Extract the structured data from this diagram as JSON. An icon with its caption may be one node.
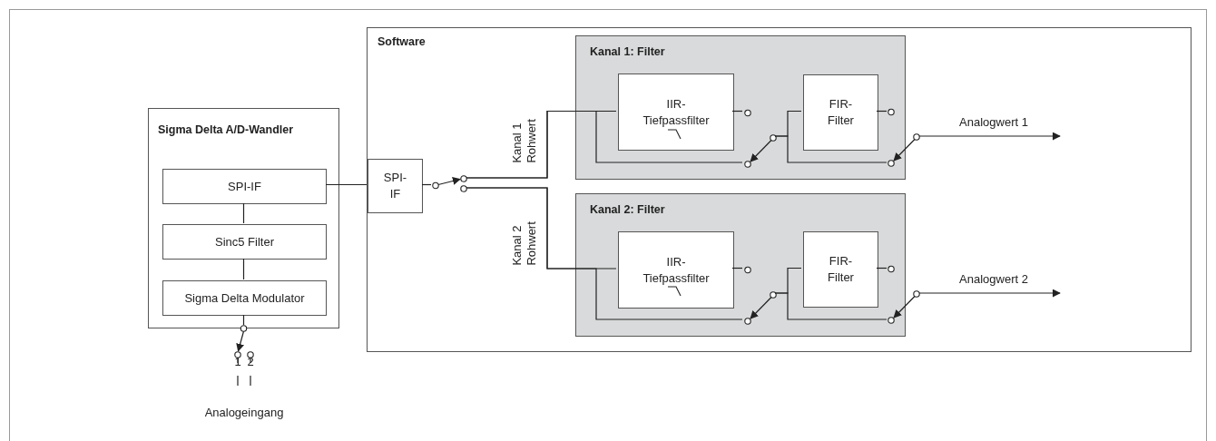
{
  "diagram": {
    "nodes": [
      {
        "text": [
          "Sigma Delta A/D-Wandler"
        ]
      },
      {
        "text": [
          "SPI-IF"
        ],
        "in": 0
      },
      {
        "text": [
          "Sinc5 Filter"
        ],
        "in": 0
      },
      {
        "text": [
          "Sigma Delta Modulator"
        ],
        "in": 0
      },
      {
        "text": [
          "Software"
        ]
      },
      {
        "text": [
          "SPI- IF"
        ],
        "in": 4
      },
      {
        "text": [
          "Kanal 1: Filter"
        ],
        "in": 4
      },
      {
        "text": [
          "IIR- Tiefpassfilter"
        ],
        "in": 6
      },
      {
        "text": [
          "FIR- Filter"
        ],
        "in": 6
      },
      {
        "text": [
          "Kanal 2: Filter"
        ],
        "in": 4
      },
      {
        "text": [
          "IIR- Tiefpassfilter"
        ],
        "in": 9
      },
      {
        "text": [
          "FIR- Filter"
        ],
        "in": 9
      },
      {
        "text": [],
        "shape": "switch"
      },
      {
        "text": [],
        "shape": "switch",
        "in": 4
      },
      {
        "text": [],
        "shape": "switch",
        "in": 6
      },
      {
        "text": [],
        "shape": "switch",
        "in": 4
      },
      {
        "text": [],
        "shape": "switch",
        "in": 9
      },
      {
        "text": [],
        "shape": "switch",
        "in": 4
      }
    ],
    "edges": [
      {
        "from": 1,
        "to": 2,
        "arrow": "none"
      },
      {
        "from": 2,
        "to": 3,
        "arrow": "none"
      },
      {
        "from": 1,
        "to": 5,
        "arrow": "none"
      },
      {
        "from": 3,
        "to": 12,
        "arrow": "none"
      },
      {
        "from": 5,
        "to": 13,
        "arrow": "none"
      },
      {
        "from": 13,
        "to": 7,
        "arrow": "none"
      },
      {
        "from": 13,
        "to": 10,
        "arrow": "none"
      },
      {
        "from": 7,
        "to": 14,
        "arrow": "none"
      },
      {
        "from": 14,
        "to": 8,
        "arrow": "none"
      },
      {
        "from": 13,
        "to": 14,
        "arrow": "none"
      },
      {
        "from": 14,
        "to": 15,
        "arrow": "none"
      },
      {
        "from": 8,
        "to": 15,
        "arrow": "none"
      },
      {
        "from": 15,
        "to": null,
        "arrow": "to",
        "label": "Analogwert 1"
      },
      {
        "from": 10,
        "to": 16,
        "arrow": "none"
      },
      {
        "from": 16,
        "to": 11,
        "arrow": "none"
      },
      {
        "from": 13,
        "to": 16,
        "arrow": "none"
      },
      {
        "from": 16,
        "to": 17,
        "arrow": "none"
      },
      {
        "from": 11,
        "to": 17,
        "arrow": "none"
      },
      {
        "from": 17,
        "to": null,
        "arrow": "to",
        "label": "Analogwert 2"
      }
    ],
    "labels": [
      "Kanal 1 Rohwert",
      "Kanal 2 Rohwert",
      "1",
      "2",
      "Analogeingang"
    ]
  }
}
